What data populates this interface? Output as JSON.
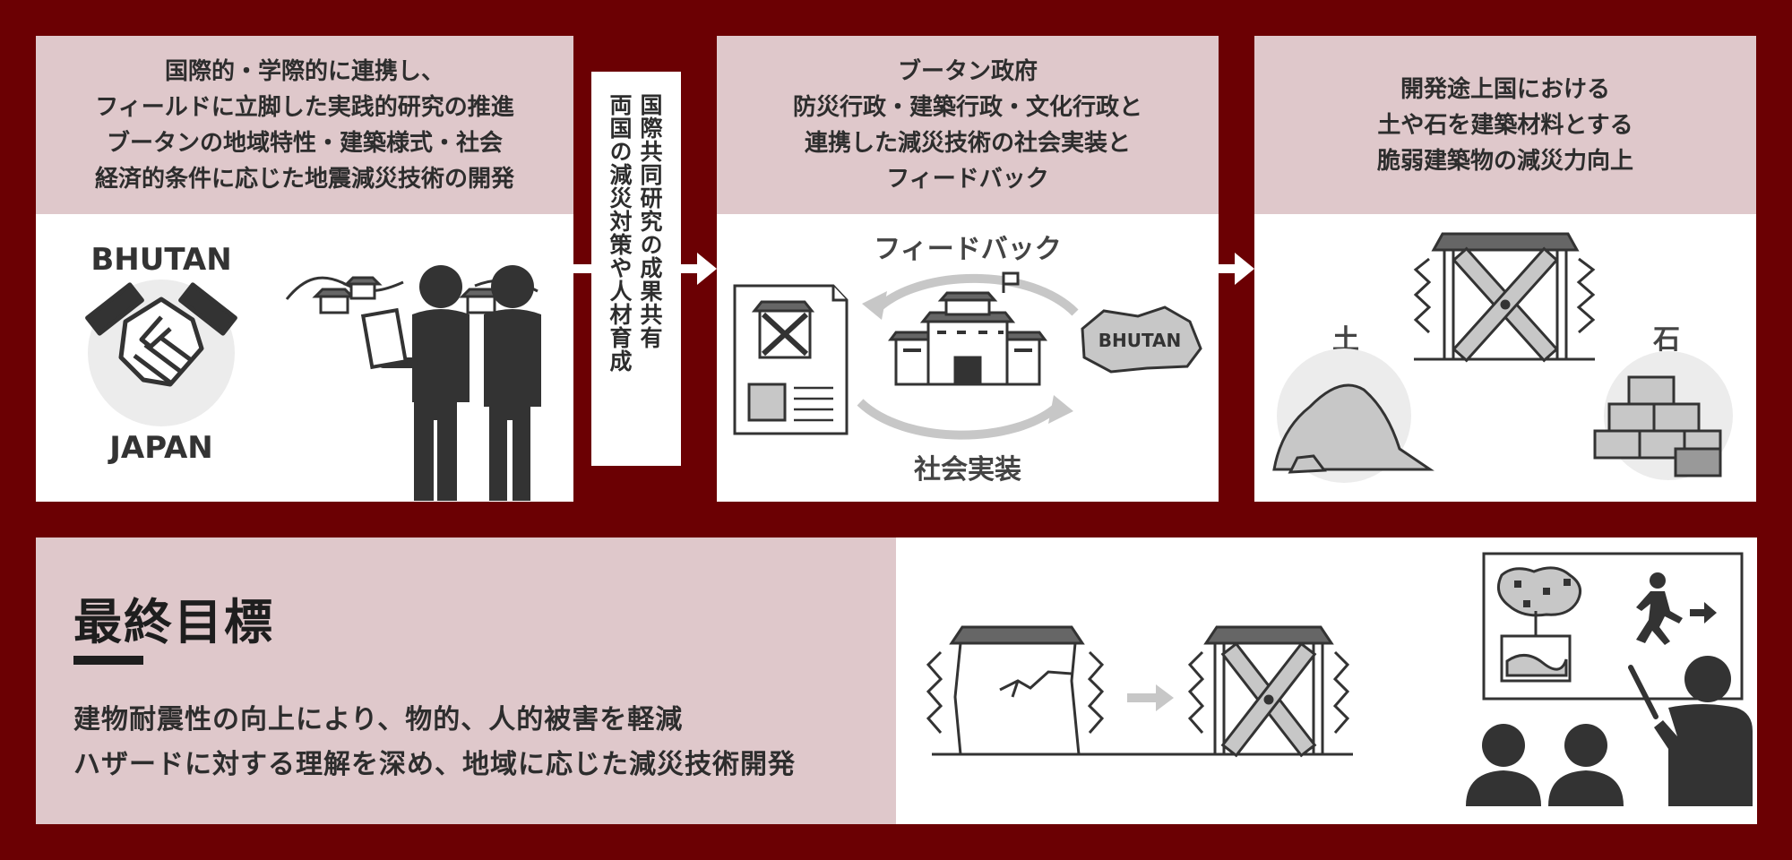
{
  "panels": {
    "panel1": {
      "lines": [
        "国際的・学際的に連携し、",
        "フィールドに立脚した実践的研究の推進",
        "ブータンの地域特性・建築様式・社会",
        "経済的条件に応じた地震減災技術の開発"
      ],
      "label_top": "BHUTAN",
      "label_bottom": "JAPAN"
    },
    "panel2": {
      "lines": [
        "ブータン政府",
        "防災行政・建築行政・文化行政と",
        "連携した減災技術の社会実装と",
        "フィードバック"
      ],
      "feedback_label": "フィードバック",
      "implementation_label": "社会実装",
      "map_label": "BHUTAN"
    },
    "panel3": {
      "lines": [
        "開発途上国における",
        "土や石を建築材料とする",
        "脆弱建築物の減災力向上"
      ],
      "soil_label": "土",
      "stone_label": "石"
    }
  },
  "connector": {
    "col1": "国際共同研究の成果共有",
    "col2": "両国の減災対策や人材育成"
  },
  "final_goal": {
    "title": "最終目標",
    "line1": "建物耐震性の向上により、物的、人的被害を軽減",
    "line2": "ハザードに対する理解を深め、地域に応じた減災技術開発"
  },
  "colors": {
    "background": "#6b0003",
    "header_bg": "#dfc8cb",
    "icon_dark": "#333333",
    "icon_gray": "#c7c7c7"
  }
}
